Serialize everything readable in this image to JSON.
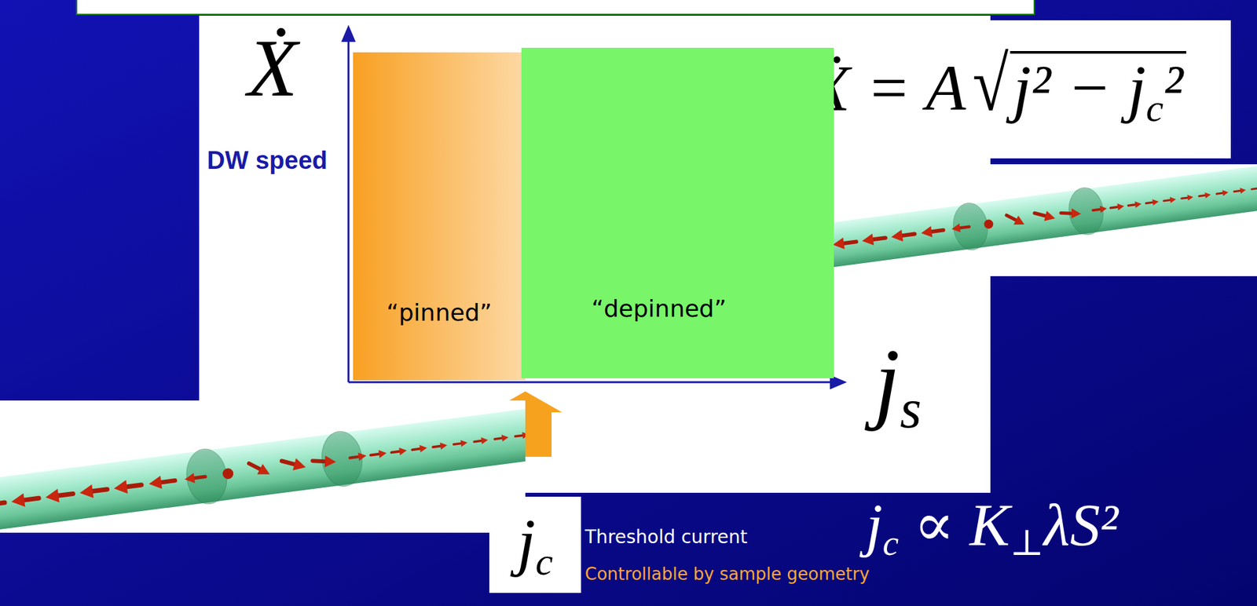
{
  "diagram": {
    "nodes": [
      {
        "text": [
          "Ẋ = A√j² − jc²"
        ]
      },
      {
        "text": [
          "“pinned”"
        ]
      },
      {
        "text": [
          "“depinned”"
        ]
      },
      {
        "text": [
          "jc"
        ]
      }
    ],
    "labels": [
      "Ẋ",
      "DW speed",
      "js",
      "Threshold current",
      "jc ∝ K⊥λS²",
      "Controllable by sample geometry"
    ]
  }
}
